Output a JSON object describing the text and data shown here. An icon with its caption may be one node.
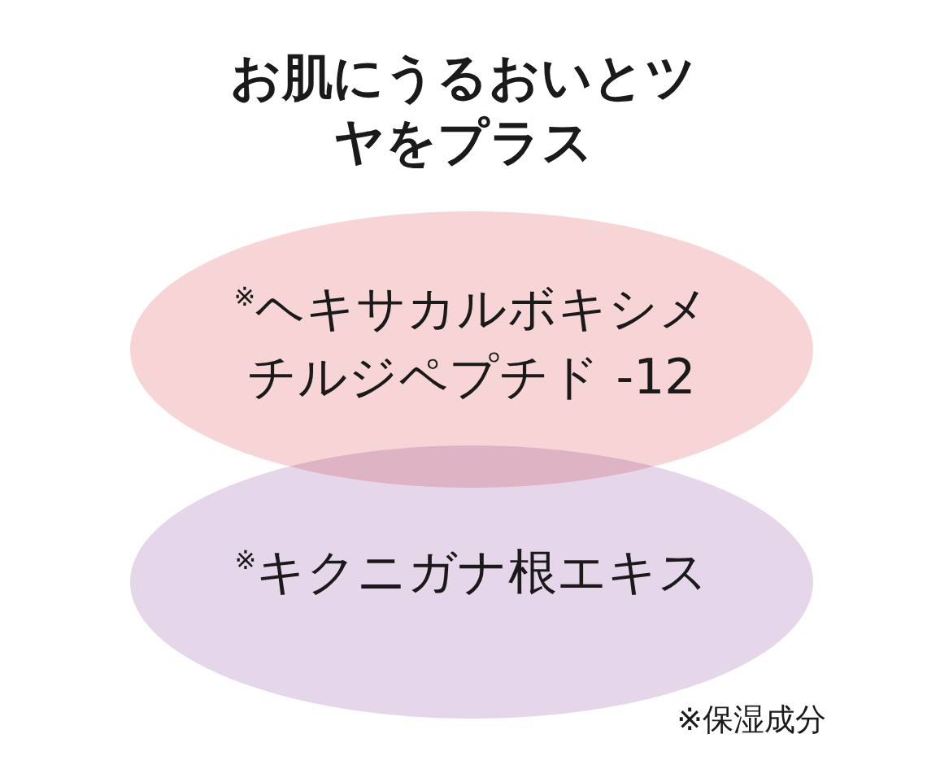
{
  "diagram": {
    "title": "お肌にうるおいとツヤをプラス",
    "nodes": [
      {
        "text": [
          "$^{※}$ヘキサカルボキシメチルジペプチド -12"
        ]
      },
      {
        "text": [
          "$^{※}$キクニガナ根エキス"
        ]
      }
    ],
    "labels": [
      "※保湿成分"
    ]
  }
}
